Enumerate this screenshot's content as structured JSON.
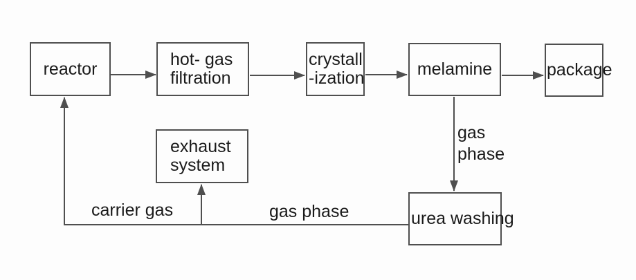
{
  "nodes": {
    "reactor": {
      "label": "reactor"
    },
    "hot_gas_filtration": {
      "line1": "hot- gas",
      "line2": "filtration"
    },
    "crystallization": {
      "line1": "crystall",
      "line2": "-ization"
    },
    "melamine": {
      "label": "melamine"
    },
    "package": {
      "label": "package"
    },
    "exhaust_system": {
      "line1": "exhaust",
      "line2": "system"
    },
    "urea_washing": {
      "label": "urea washing"
    }
  },
  "edge_labels": {
    "gas_phase_down_line1": "gas",
    "gas_phase_down_line2": "phase",
    "carrier_gas": "carrier gas",
    "gas_phase_return": "gas phase"
  },
  "edges": [
    {
      "from": "reactor",
      "to": "hot- gas filtration",
      "label": ""
    },
    {
      "from": "hot- gas filtration",
      "to": "crystall-ization",
      "label": ""
    },
    {
      "from": "crystall-ization",
      "to": "melamine",
      "label": ""
    },
    {
      "from": "melamine",
      "to": "package",
      "label": ""
    },
    {
      "from": "melamine",
      "to": "urea washing",
      "label": "gas phase"
    },
    {
      "from": "urea washing",
      "to": "reactor",
      "label": "gas phase, carrier gas"
    },
    {
      "from": "urea washing return line",
      "to": "exhaust system",
      "label": ""
    }
  ],
  "colors": {
    "line": "#4f4f4f",
    "text": "#1a1a1a",
    "background": "#fdfdfd"
  }
}
